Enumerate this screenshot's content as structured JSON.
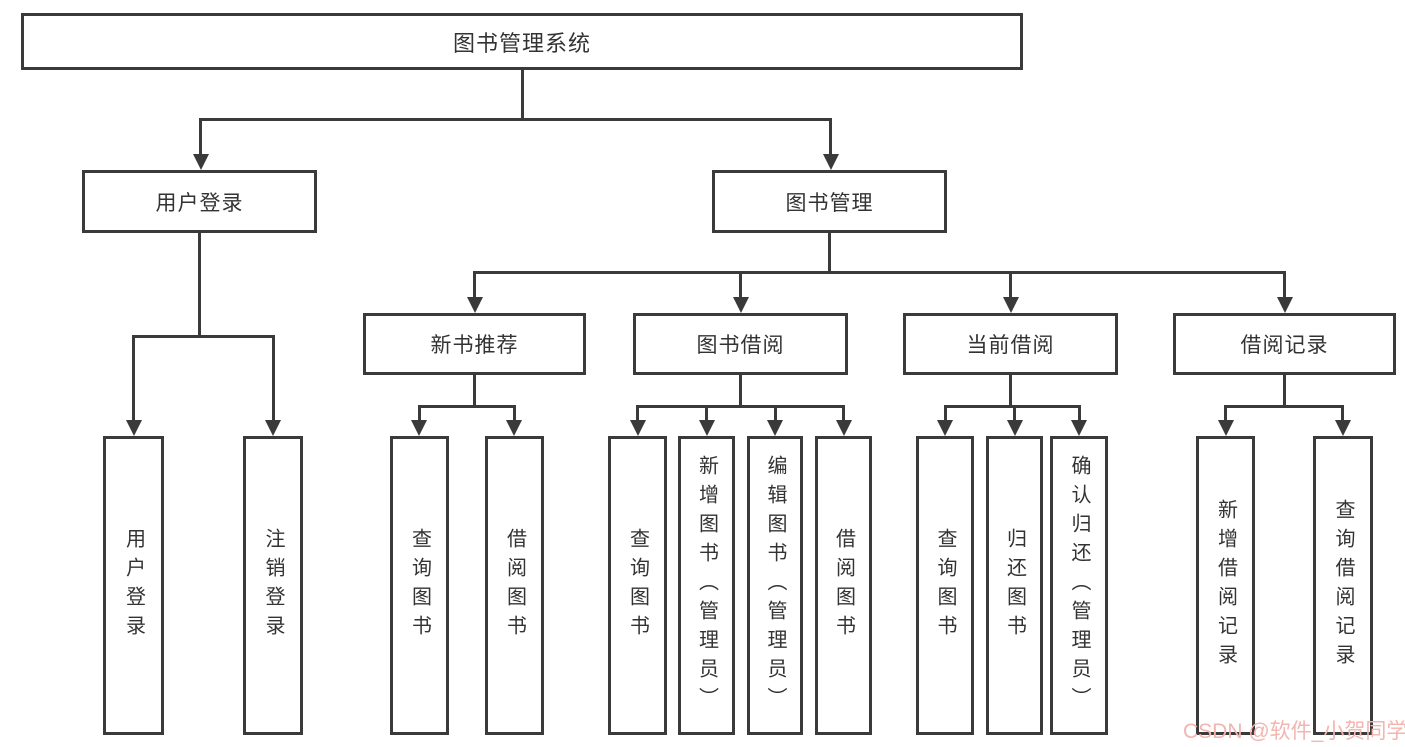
{
  "diagram_title": "图书管理系统",
  "nodes": {
    "root": "图书管理系统",
    "user_login": "用户登录",
    "book_mgmt": "图书管理",
    "new_book_rec": "新书推荐",
    "book_borrow": "图书借阅",
    "current_borrow": "当前借阅",
    "borrow_records": "借阅记录",
    "leaf_user_login": "用户登录",
    "leaf_logout": "注销登录",
    "rec_query_books": "查询图书",
    "rec_borrow_books": "借阅图书",
    "bb_query_books": "查询图书",
    "bb_add_books": "新增图书（管理员）",
    "bb_edit_books": "编辑图书（管理员）",
    "bb_borrow_books": "借阅图书",
    "cb_query_books": "查询图书",
    "cb_return_books": "归还图书",
    "cb_confirm_return": "确认归还（管理员）",
    "br_add_record": "新增借阅记录",
    "br_query_record": "查询借阅记录"
  },
  "watermark": "CSDN @软件_小贺同学",
  "colors": {
    "line": "#3a3a3a",
    "text": "#333333",
    "watermark": "#f2b5b0",
    "background": "#ffffff"
  }
}
